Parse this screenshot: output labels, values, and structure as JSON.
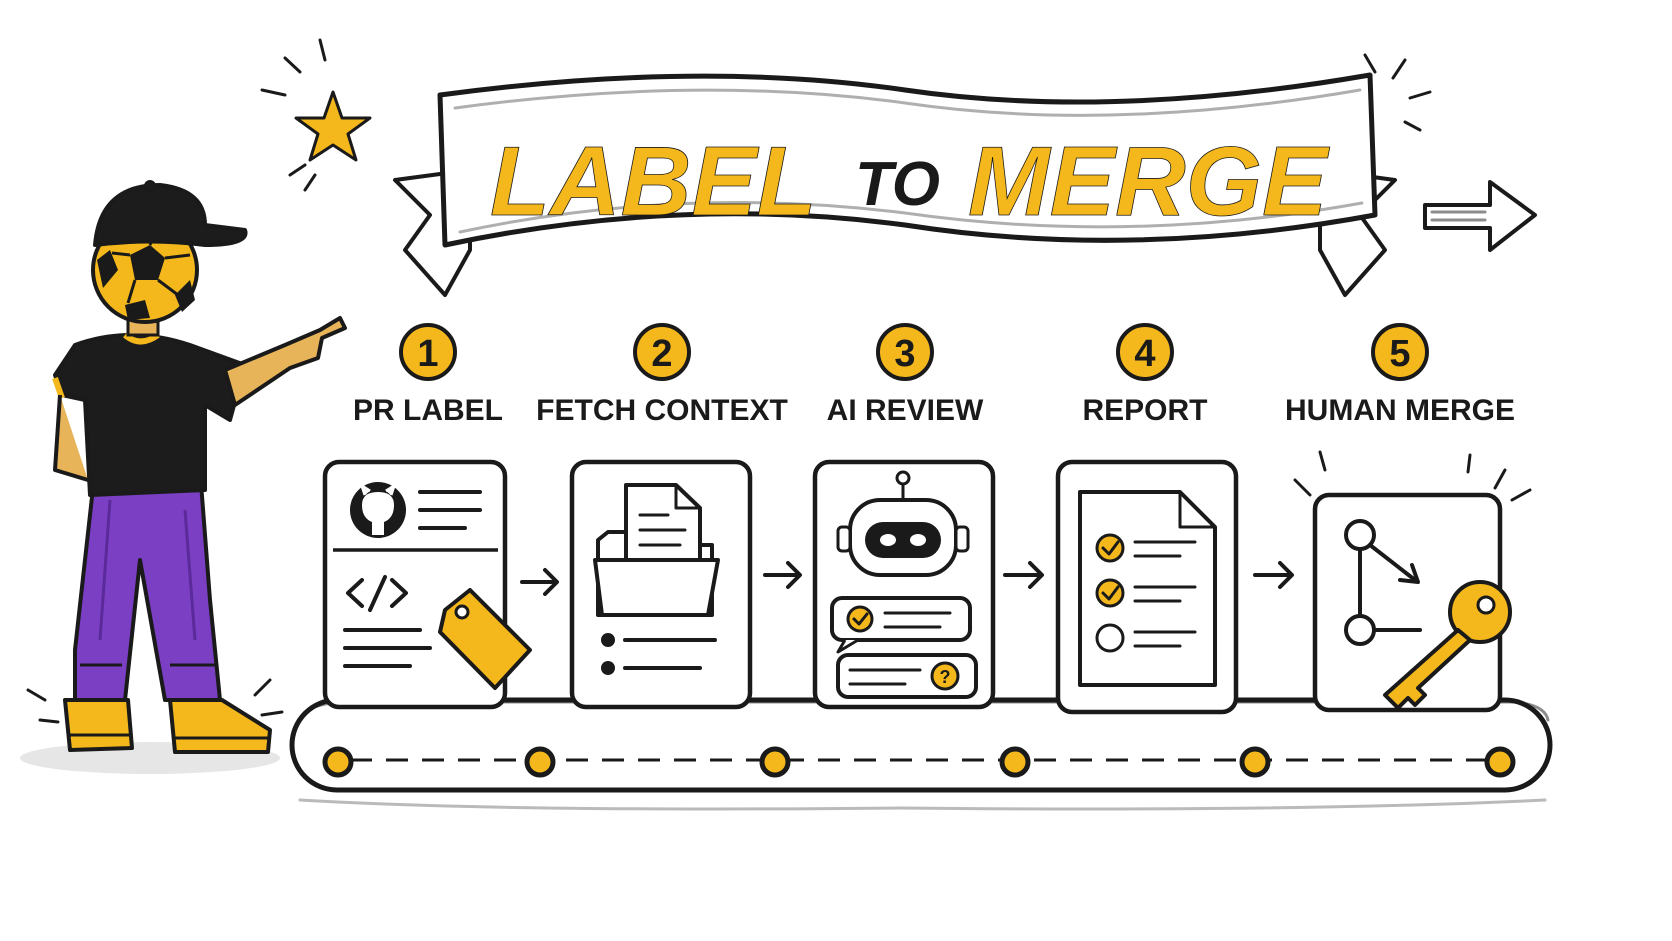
{
  "title": {
    "word1": "LABEL",
    "word2": "TO",
    "word3": "MERGE"
  },
  "steps": [
    {
      "number": "1",
      "label": "PR LABEL",
      "icon": "github-pr-tag-icon"
    },
    {
      "number": "2",
      "label": "FETCH CONTEXT",
      "icon": "folder-document-icon"
    },
    {
      "number": "3",
      "label": "AI REVIEW",
      "icon": "robot-review-icon"
    },
    {
      "number": "4",
      "label": "REPORT",
      "icon": "checklist-report-icon"
    },
    {
      "number": "5",
      "label": "HUMAN MERGE",
      "icon": "merge-key-icon"
    }
  ],
  "colors": {
    "accent": "#f4b81c",
    "ink": "#1a1a1a",
    "pants": "#7b3fc4"
  }
}
